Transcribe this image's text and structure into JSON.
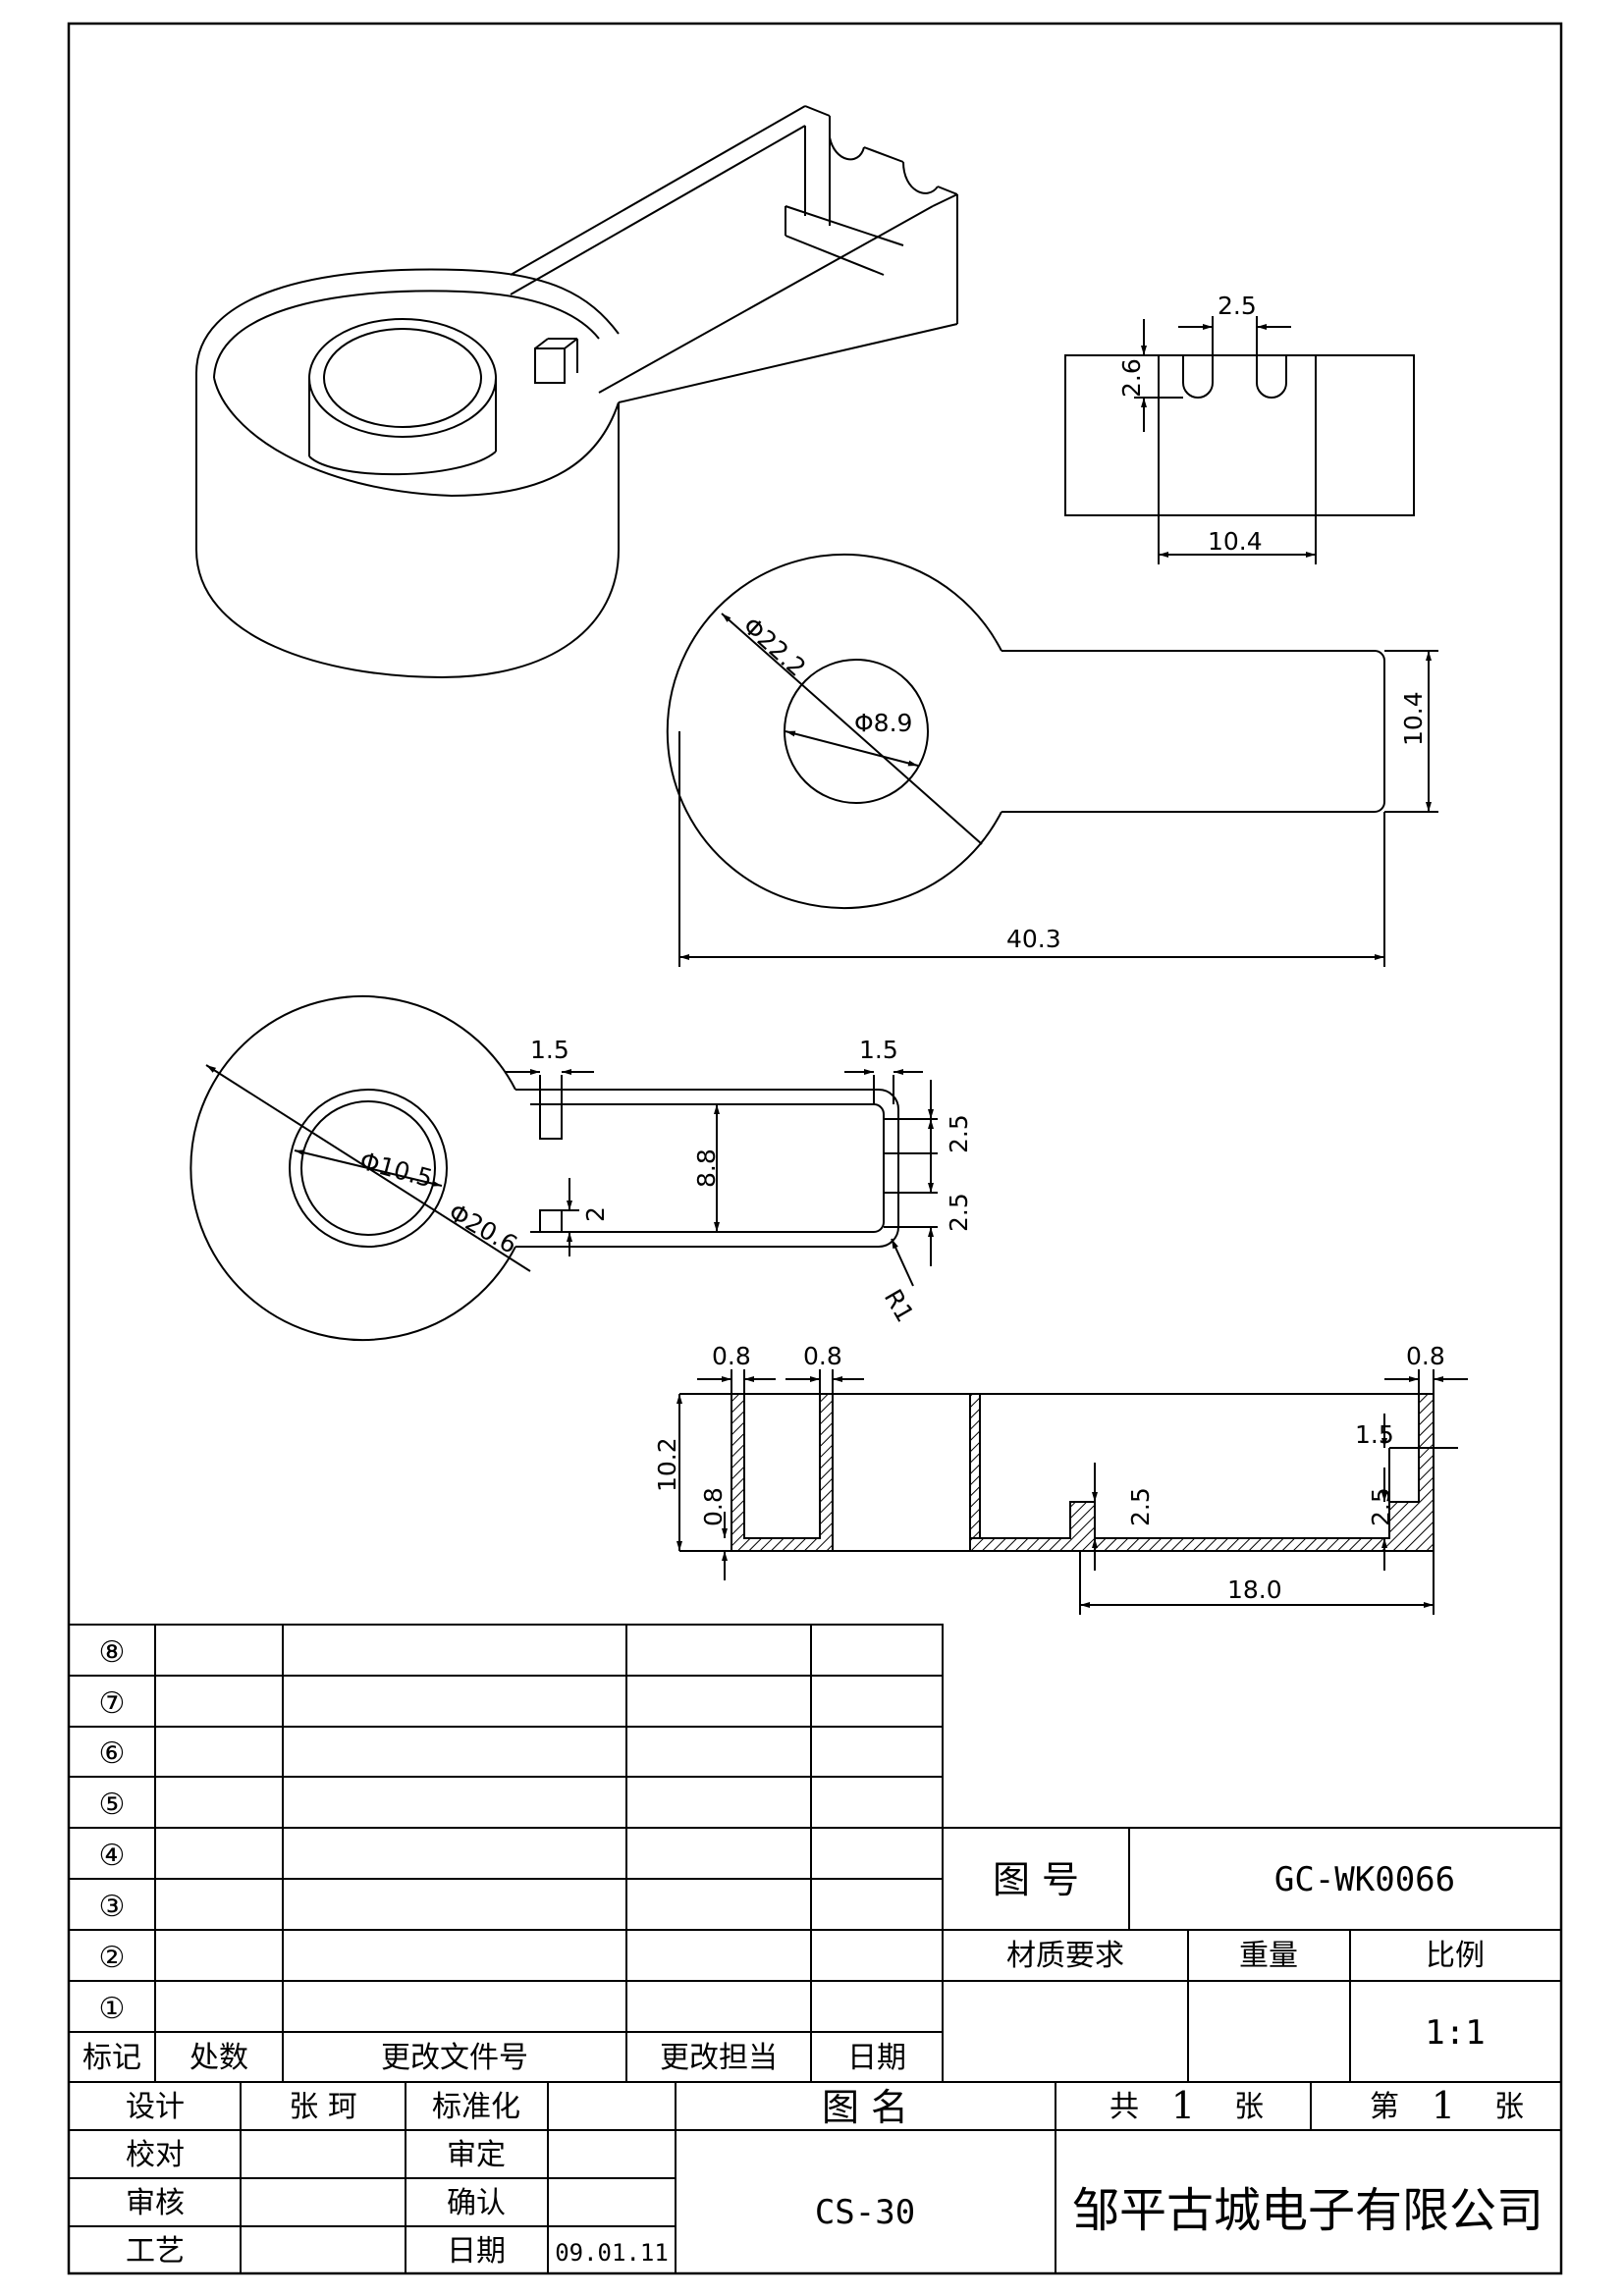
{
  "drawing": {
    "dimensions": {
      "slot_width": "2.5",
      "slot_depth": "2.6",
      "side_width": "10.4",
      "outer_dia": "Φ22.2",
      "inner_dia": "Φ8.9",
      "arm_width": "10.4",
      "overall_length": "40.3",
      "bore_dia": "Φ10.5",
      "ring_dia": "Φ20.6",
      "post_w_left": "1.5",
      "post_w_right": "1.5",
      "inner_width": "8.8",
      "slot_pitch_1": "2.5",
      "slot_pitch_2": "2.5",
      "post_gap": "2",
      "corner_radius": "R1",
      "wall_1": "0.8",
      "wall_2": "0.8",
      "wall_3": "0.8",
      "height": "10.2",
      "floor_thk": "0.8",
      "step_h": "1.5",
      "tab_h": "2.5",
      "end_h": "2.5",
      "arm_len": "18.0"
    }
  },
  "revision_table": {
    "row_markers": [
      "⑧",
      "⑦",
      "⑥",
      "⑤",
      "④",
      "③",
      "②",
      "①"
    ],
    "headers": {
      "mark": "标记",
      "count": "处数",
      "doc_no": "更改文件号",
      "responsible": "更改担当",
      "date": "日期"
    }
  },
  "title_block": {
    "drawing_no_label": "图 号",
    "drawing_no": "GC-WK0066",
    "material_label": "材质要求",
    "weight_label": "重量",
    "scale_label": "比例",
    "scale": "1:1",
    "design_label": "设计",
    "designer": "张 珂",
    "standard_label": "标准化",
    "check_label": "校对",
    "review_label": "审定",
    "audit_label": "审核",
    "confirm_label": "确认",
    "process_label": "工艺",
    "date_label": "日期",
    "date": "09.01.11",
    "name_label": "图 名",
    "part_name": "CS-30",
    "total_prefix": "共",
    "total_sheets": "1",
    "sheet_unit": "张",
    "sheet_prefix": "第",
    "sheet_no": "1",
    "sheet_unit2": "张",
    "company": "邹平古城电子有限公司"
  }
}
